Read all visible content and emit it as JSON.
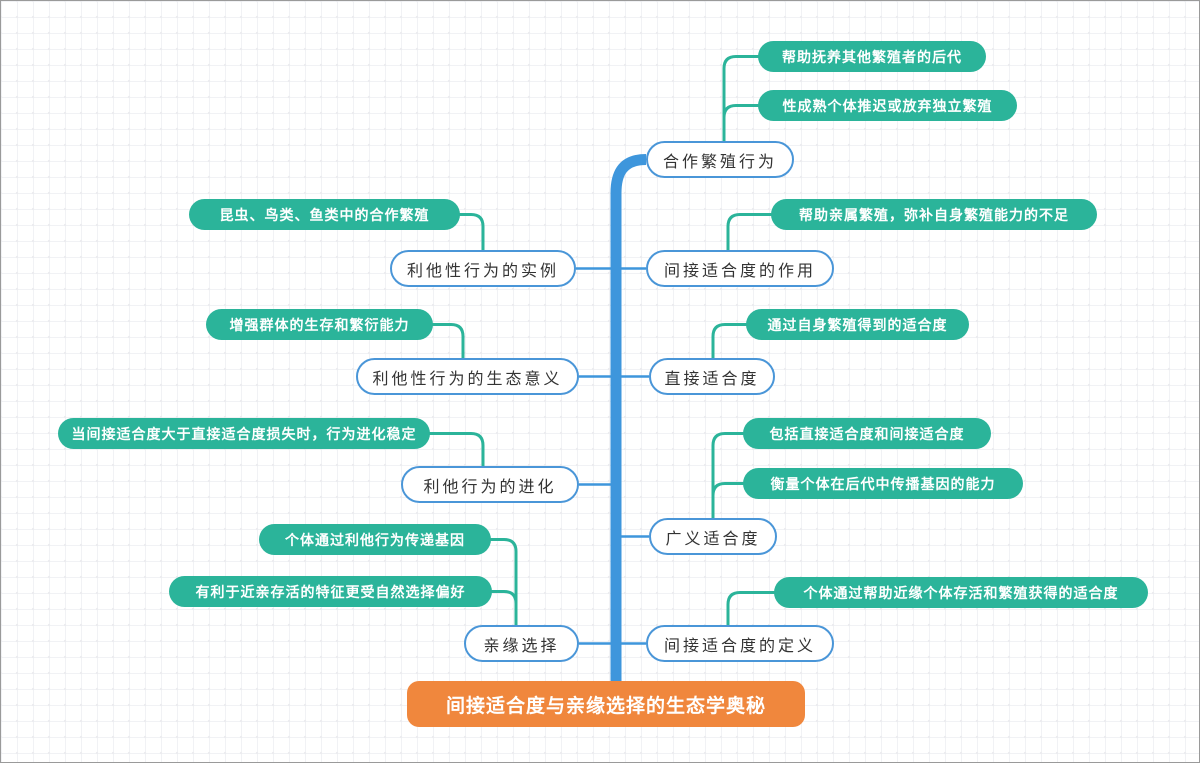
{
  "colors": {
    "trunk_blue": "#3E96DC",
    "node_border": "#4A96D8",
    "child_fill": "#2BB49A",
    "root_fill": "#F0873D",
    "topic_text": "#333333",
    "child_text": "#FFFFFF"
  },
  "root": {
    "label": "间接适合度与亲缘选择的生态学奥秘"
  },
  "right_branches": [
    {
      "label": "合作繁殖行为",
      "children": [
        "帮助抚养其他繁殖者的后代",
        "性成熟个体推迟或放弃独立繁殖"
      ]
    },
    {
      "label": "间接适合度的作用",
      "children": [
        "帮助亲属繁殖，弥补自身繁殖能力的不足"
      ]
    },
    {
      "label": "直接适合度",
      "children": [
        "通过自身繁殖得到的适合度"
      ]
    },
    {
      "label": "广义适合度",
      "children": [
        "包括直接适合度和间接适合度",
        "衡量个体在后代中传播基因的能力"
      ]
    },
    {
      "label": "间接适合度的定义",
      "children": [
        "个体通过帮助近缘个体存活和繁殖获得的适合度"
      ]
    }
  ],
  "left_branches": [
    {
      "label": "利他性行为的实例",
      "children": [
        "昆虫、鸟类、鱼类中的合作繁殖"
      ]
    },
    {
      "label": "利他性行为的生态意义",
      "children": [
        "增强群体的生存和繁衍能力"
      ]
    },
    {
      "label": "利他行为的进化",
      "children": [
        "当间接适合度大于直接适合度损失时，行为进化稳定"
      ]
    },
    {
      "label": "亲缘选择",
      "children": [
        "个体通过利他行为传递基因",
        "有利于近亲存活的特征更受自然选择偏好"
      ]
    }
  ]
}
